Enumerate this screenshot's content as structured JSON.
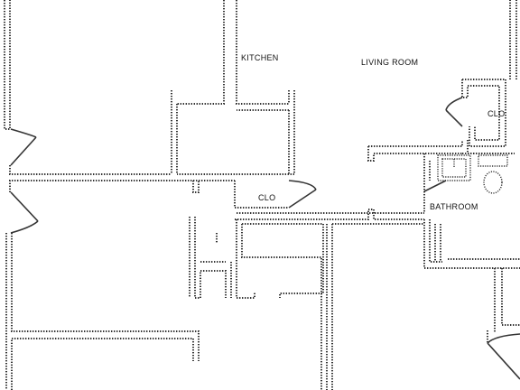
{
  "labels": {
    "kitchen": "KITCHEN",
    "living_room": "LIVING ROOM",
    "closet_right": "CLO",
    "closet_center": "CLO",
    "bathroom": "BATHROOM"
  }
}
